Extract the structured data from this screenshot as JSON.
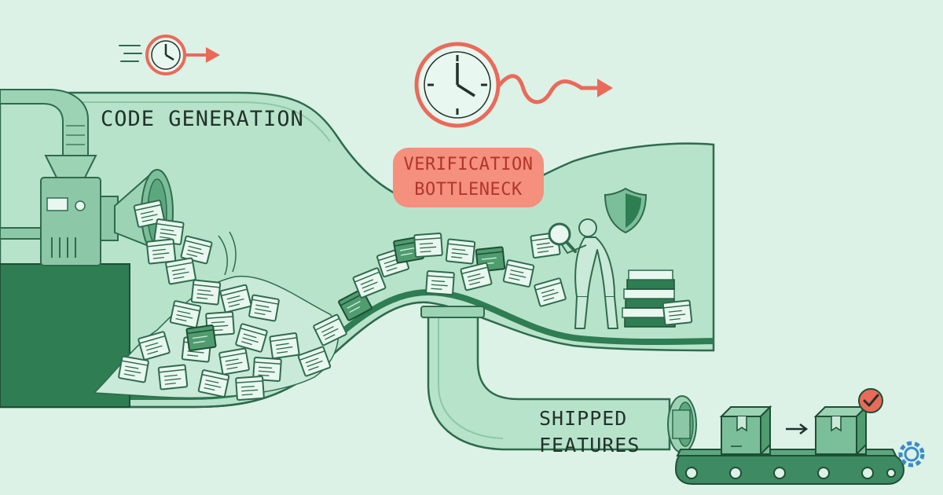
{
  "labels": {
    "code_generation": "CODE GENERATION",
    "verification_line1": "VERIFICATION",
    "verification_line2": "BOTTLENECK",
    "shipped_line1": "SHIPPED",
    "shipped_line2": "FEATURES"
  },
  "colors": {
    "background": "#dcf2e6",
    "pipe_fill": "#b7e3cb",
    "pipe_stroke": "#2f6b4c",
    "dark_green": "#2f7d52",
    "accent_red": "#ea6a5a",
    "badge_fill": "#f4907d",
    "badge_text": "#b2352a",
    "ink": "#22322a"
  },
  "icons": [
    "clock-icon",
    "arrow-right-icon",
    "shield-icon",
    "magnifier-icon",
    "checkmark-icon",
    "gear-icon",
    "package-box-icon"
  ]
}
